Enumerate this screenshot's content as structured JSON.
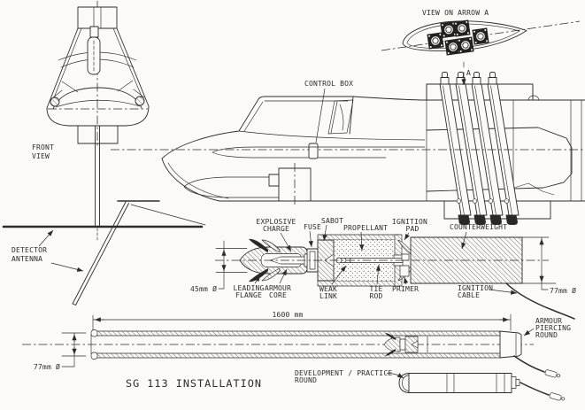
{
  "drawing": {
    "title": "SG 113 INSTALLATION",
    "views": {
      "front": [
        "FRONT",
        "VIEW"
      ],
      "arrow_a_title": "VIEW ON ARROW A",
      "arrow_a_marker": "A"
    },
    "callouts": {
      "control_box": "CONTROL BOX",
      "detector_antenna": [
        "DETECTOR",
        "ANTENNA"
      ],
      "explosive_charge": [
        "EXPLOSIVE",
        "CHARGE"
      ],
      "fuse": "FUSE",
      "sabot": "SABOT",
      "propellant": "PROPELLANT",
      "ignition_pad": [
        "IGNITION",
        "PAD"
      ],
      "counterweight": "COUNTERWEIGHT",
      "leading_flange": [
        "LEADING",
        "FLANGE"
      ],
      "armour_core": [
        "ARMOUR",
        "CORE"
      ],
      "weak_link": [
        "WEAK",
        "LINK"
      ],
      "tie_rod": [
        "TIE",
        "ROD"
      ],
      "primer": "PRIMER",
      "ignition_cable": [
        "IGNITION",
        "CABLE"
      ],
      "armour_piercing_round": [
        "ARMOUR",
        "PIERCING",
        "ROUND"
      ],
      "development_practice_round": [
        "DEVELOPMENT / PRACTICE",
        "ROUND"
      ]
    },
    "dimensions": {
      "shell_diameter": "45mm Ø",
      "counterweight_diameter": "77mm Ø",
      "barrel_length": "1600 mm",
      "barrel_diameter": "77mm Ø"
    },
    "colors": {
      "paper": "#fbfaf7",
      "ink": "#2e2c28"
    }
  }
}
